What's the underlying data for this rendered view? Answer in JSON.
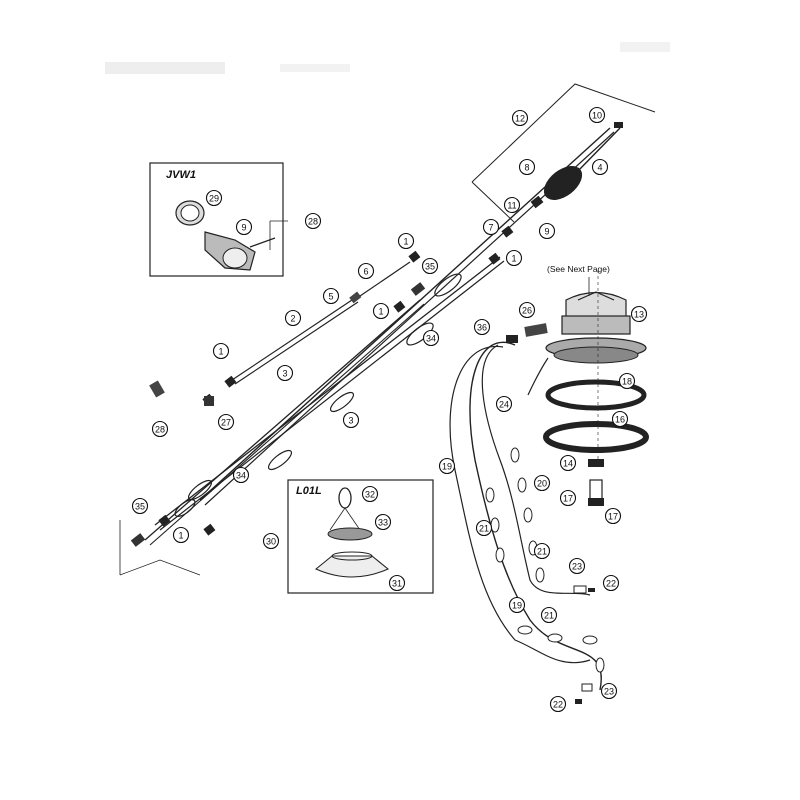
{
  "inset_jvw1": {
    "title": "JVW1"
  },
  "inset_l01l": {
    "title": "L01L"
  },
  "see_next_page": "(See Next Page)",
  "callouts": [
    "1",
    "2",
    "3",
    "4",
    "5",
    "6",
    "7",
    "8",
    "9",
    "10",
    "11",
    "12",
    "13",
    "14",
    "16",
    "17",
    "18",
    "19",
    "20",
    "21",
    "22",
    "23",
    "24",
    "26",
    "27",
    "28",
    "29",
    "30",
    "31",
    "32",
    "33",
    "34",
    "35",
    "36"
  ]
}
